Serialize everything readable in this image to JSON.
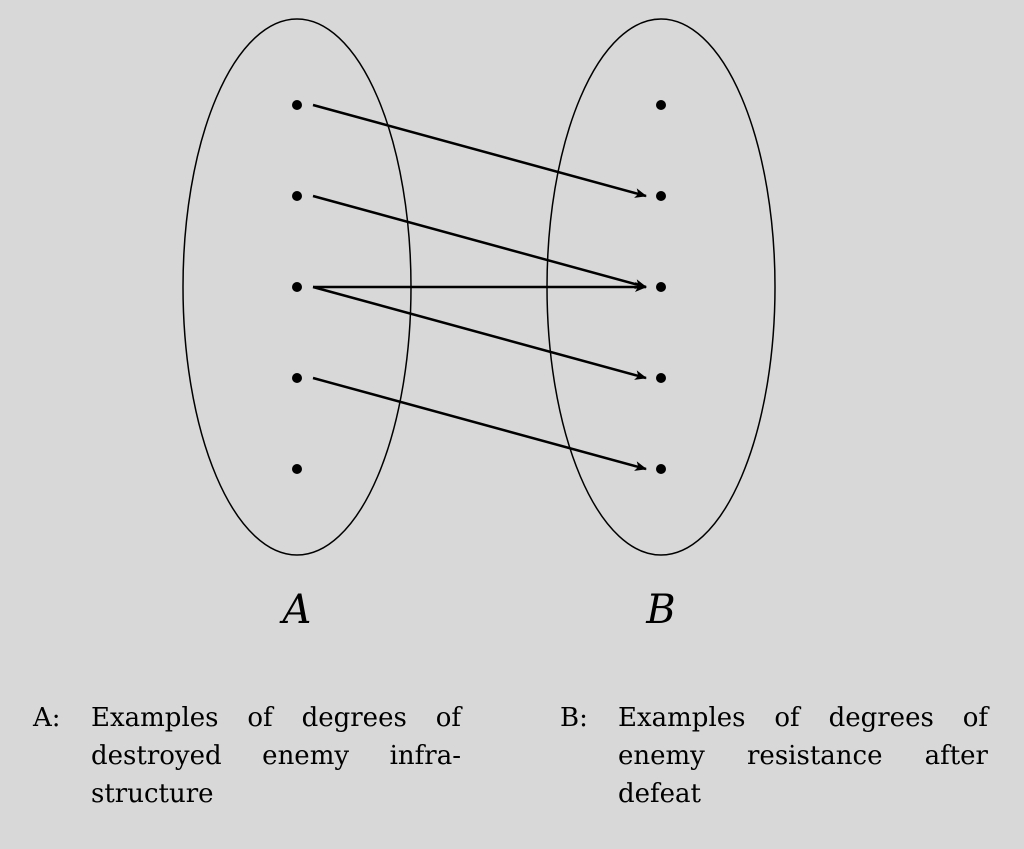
{
  "diagram": {
    "type": "mapping-diagram",
    "sets": [
      {
        "id": "A",
        "label": "A",
        "elements": 5
      },
      {
        "id": "B",
        "label": "B",
        "elements": 5
      }
    ],
    "arrows": [
      {
        "from": 1,
        "to": 2
      },
      {
        "from": 2,
        "to": 3
      },
      {
        "from": 3,
        "to": 3
      },
      {
        "from": 3,
        "to": 4
      },
      {
        "from": 4,
        "to": 5
      }
    ]
  },
  "captions": {
    "a": {
      "key": "A:",
      "lines": [
        "Examples of degrees of",
        "destroyed enemy infra-",
        "structure"
      ]
    },
    "b": {
      "key": "B:",
      "lines": [
        "Examples of degrees of",
        "enemy resistance after",
        "defeat"
      ]
    }
  }
}
